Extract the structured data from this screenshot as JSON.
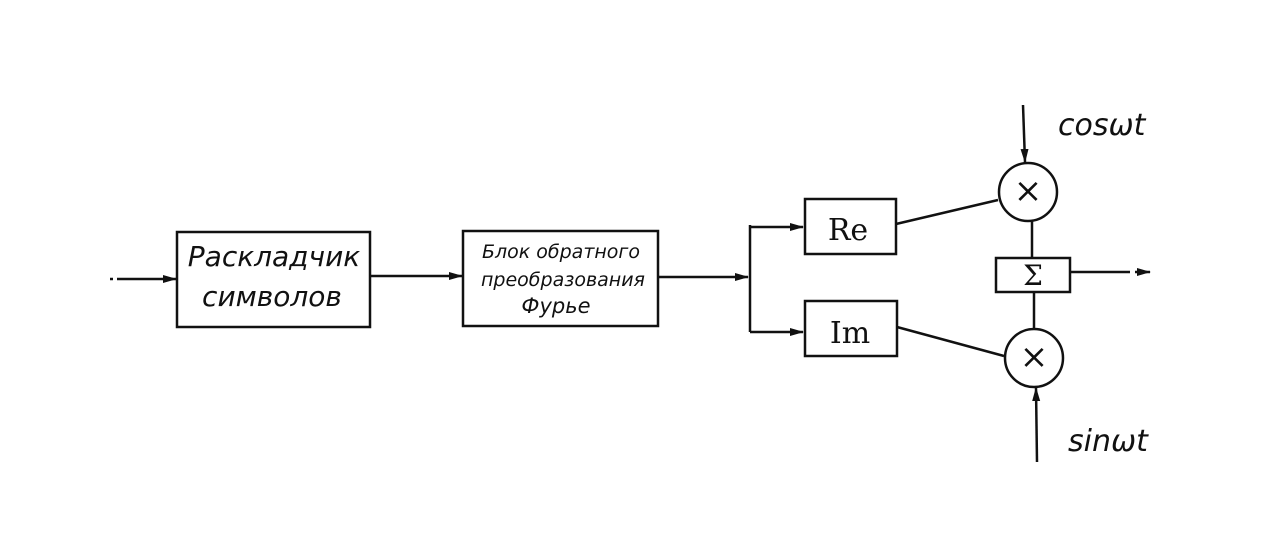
{
  "diagram": {
    "blocks": {
      "symbol_mapper": {
        "line1": "Раскладчик",
        "line2": "символов"
      },
      "ifft": {
        "line1": "Блок обратного",
        "line2": "преобразования",
        "line3": "Фурье"
      },
      "re": {
        "label": "Re"
      },
      "im": {
        "label": "Im"
      },
      "sum": {
        "label": "Σ"
      },
      "mult_top": {
        "label": "×"
      },
      "mult_bottom": {
        "label": "×"
      }
    },
    "signals": {
      "carrier_cos": "cosωt",
      "carrier_sin": "sinωt"
    }
  }
}
